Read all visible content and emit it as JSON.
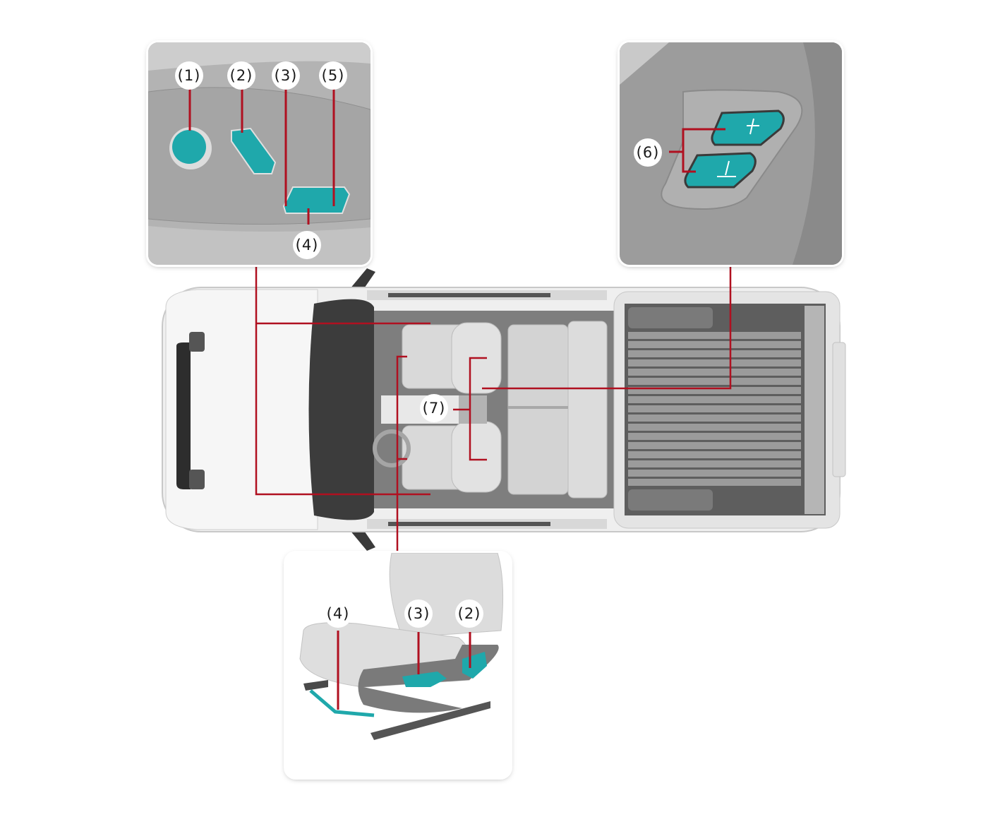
{
  "diagram": {
    "subject": "Vehicle top view with seat adjustment controls",
    "colors": {
      "leader_line": "#b01020",
      "control_highlight": "#1fa8ab",
      "panel_gray": "#a9a9a9",
      "background": "#ffffff"
    },
    "insets": {
      "door_panel": {
        "callouts": [
          "(1)",
          "(2)",
          "(3)",
          "(5)",
          "(4)"
        ]
      },
      "seatback_panel": {
        "callouts": [
          "(6)"
        ]
      },
      "seat_side": {
        "callouts": [
          "(4)",
          "(3)",
          "(2)"
        ]
      }
    },
    "vehicle": {
      "callouts": [
        "(7)"
      ]
    }
  }
}
